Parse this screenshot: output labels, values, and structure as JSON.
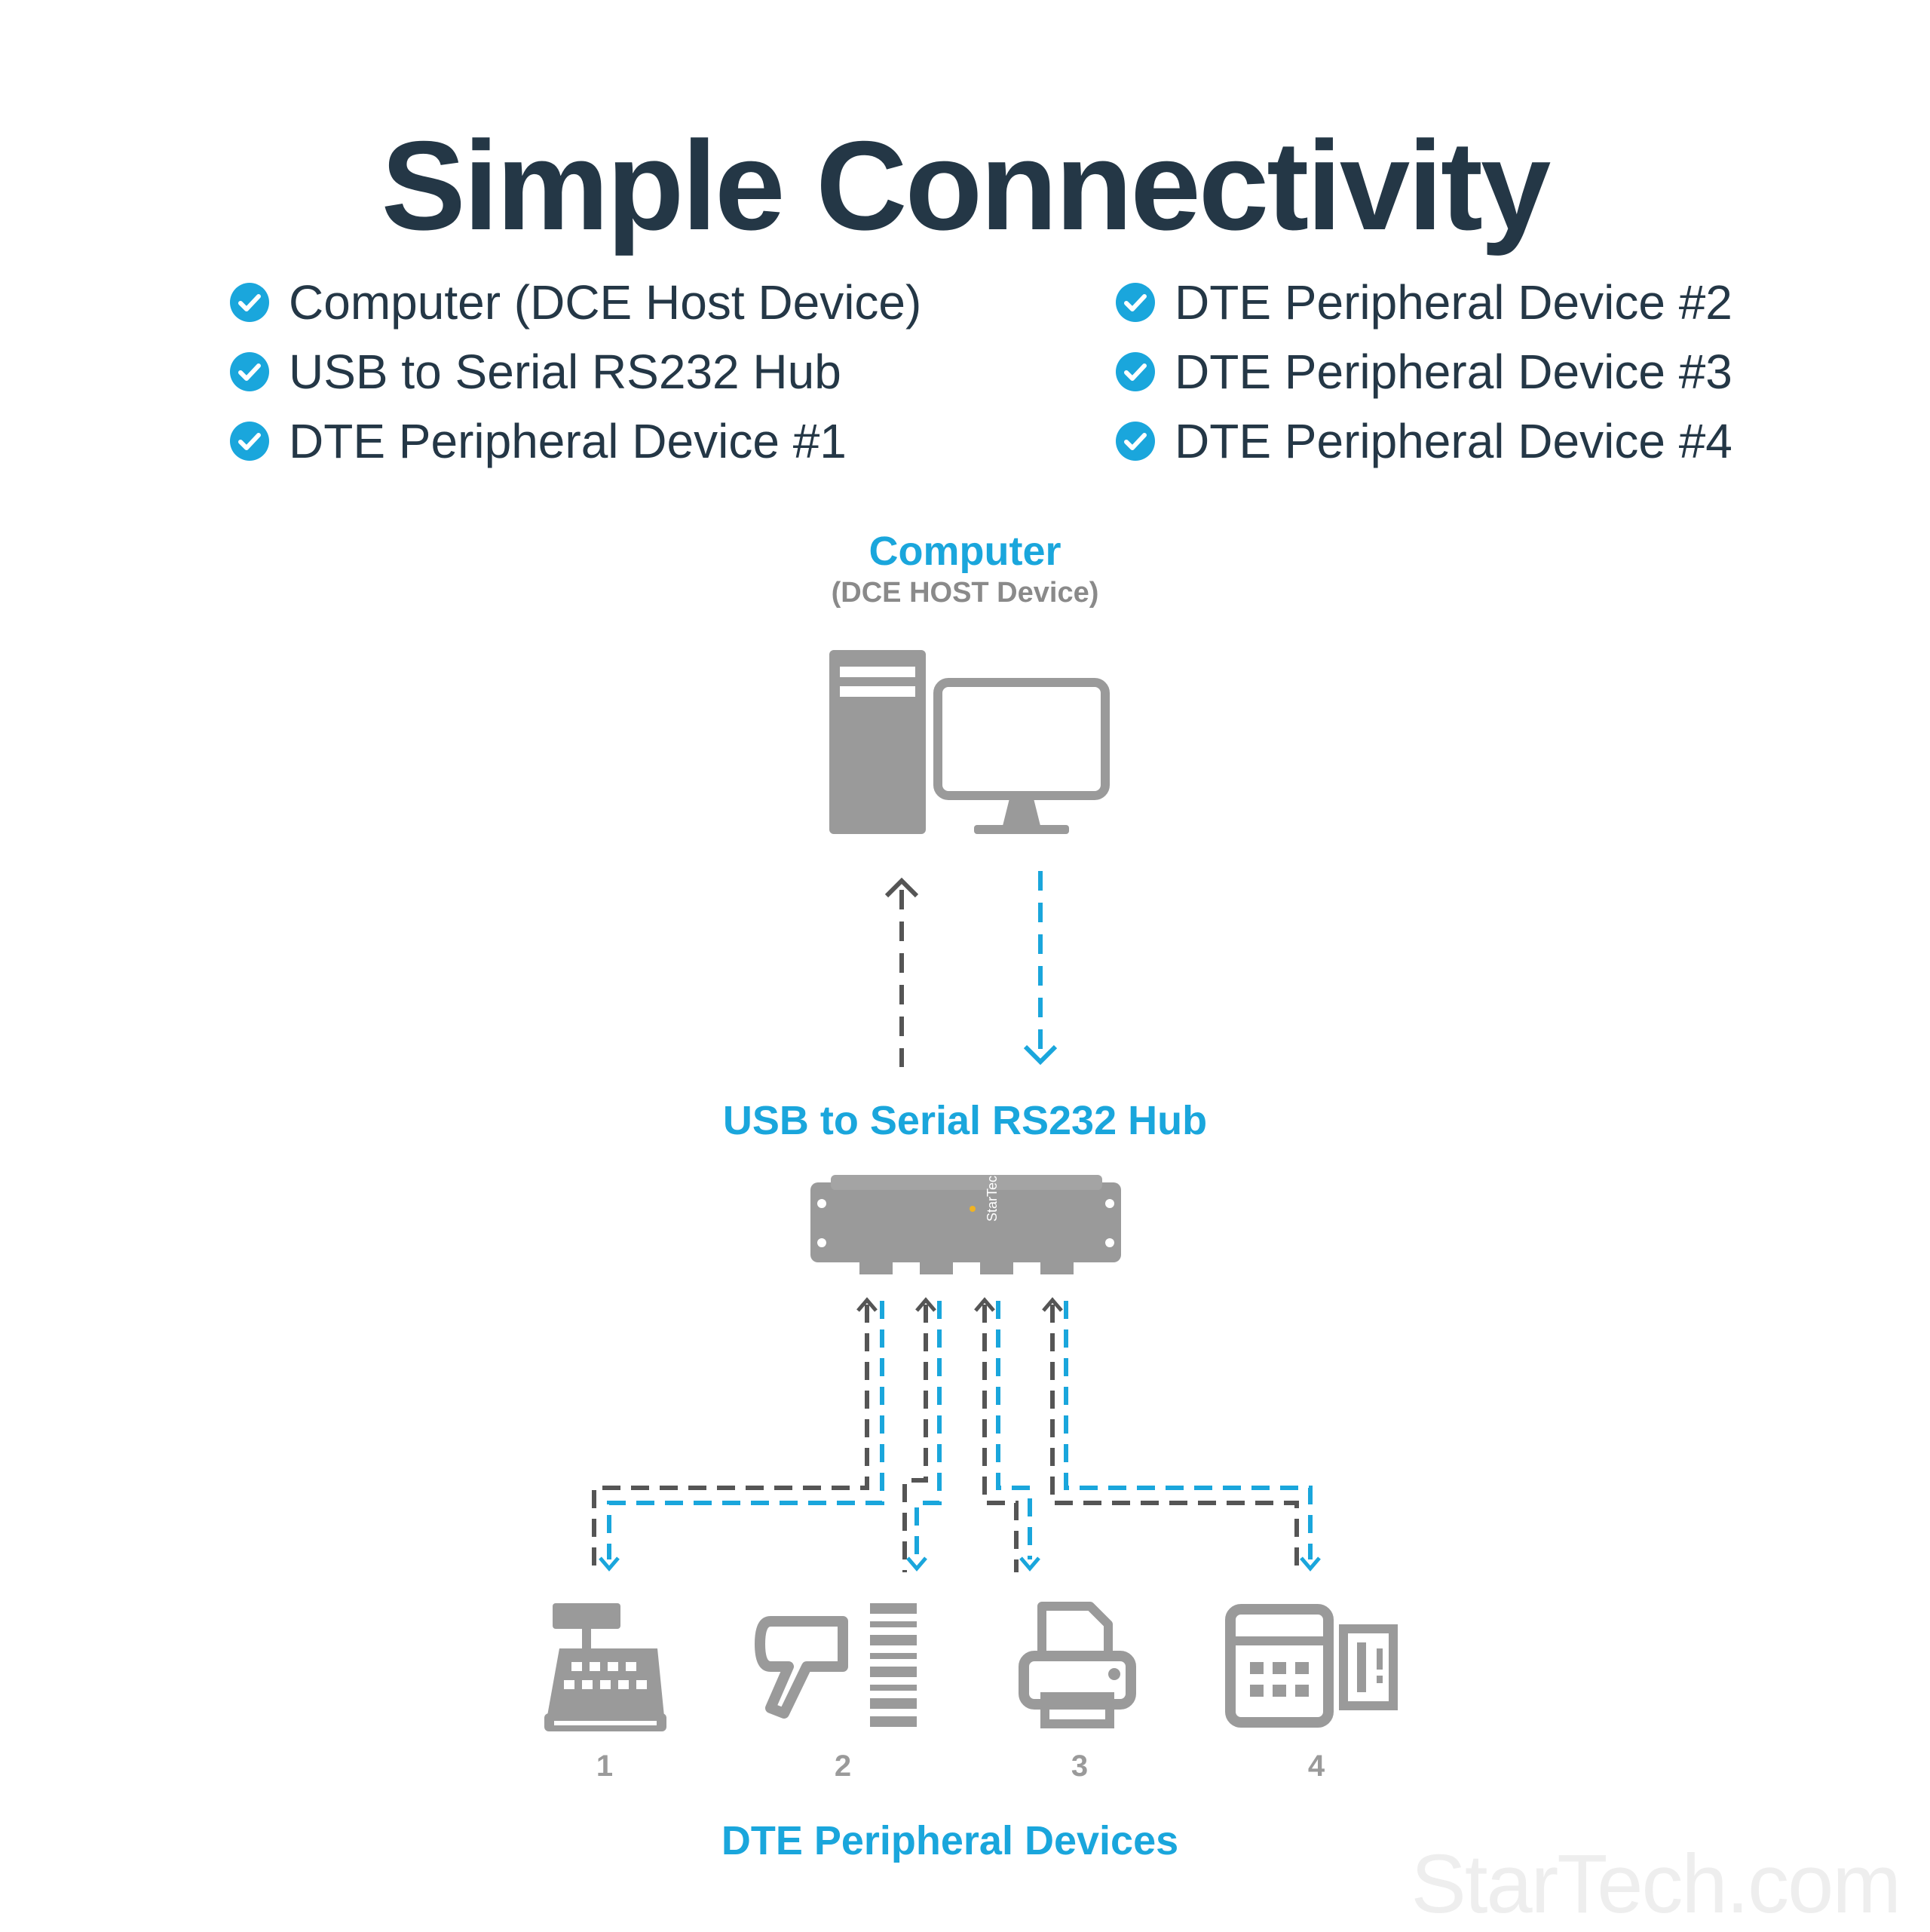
{
  "title": "Simple Connectivity",
  "checklist_left": [
    "Computer (DCE Host Device)",
    "USB to Serial RS232 Hub",
    "DTE Peripheral Device #1"
  ],
  "checklist_right": [
    "DTE Peripheral Device #2",
    "DTE Peripheral Device #3",
    "DTE Peripheral Device #4"
  ],
  "computer": {
    "label": "Computer",
    "sublabel": "(DCE HOST Device)"
  },
  "hub": {
    "label": "USB to Serial RS232 Hub",
    "brand": "StarTech"
  },
  "devices": {
    "label": "DTE Peripheral Devices",
    "numbers": [
      "1",
      "2",
      "3",
      "4"
    ]
  },
  "watermark": "StarTech.com",
  "colors": {
    "navy": "#243746",
    "blue": "#1aa6dc",
    "grey": "#9a9a9a",
    "dark_dash": "#555555"
  },
  "icons": [
    "check-icon",
    "desktop-computer-icon",
    "usb-serial-hub-icon",
    "cash-register-icon",
    "barcode-scanner-icon",
    "printer-icon",
    "payment-terminal-icon"
  ]
}
